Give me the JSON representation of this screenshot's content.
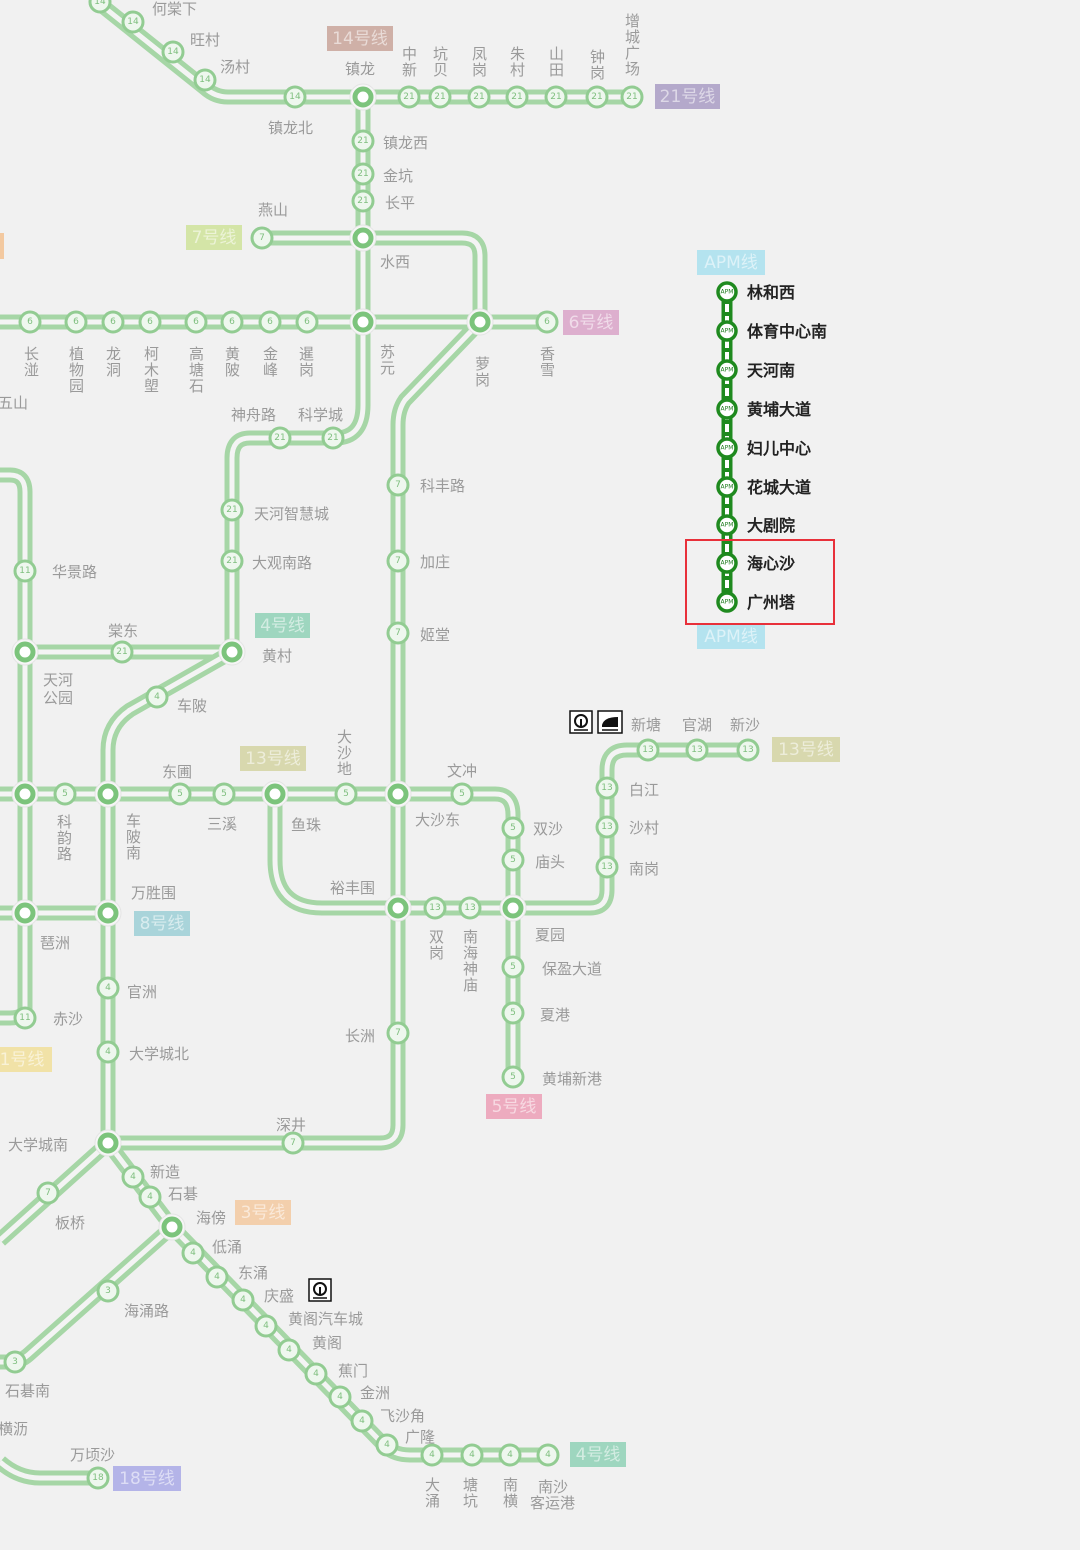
{
  "lines": {
    "l14": {
      "num": "14",
      "badge": "14号线",
      "color": "#c9a59a"
    },
    "l21": {
      "num": "21",
      "badge": "21号线",
      "color": "#a99cc4"
    },
    "l7": {
      "num": "7",
      "badge": "7号线",
      "color": "#cfe39a"
    },
    "l6": {
      "num": "6",
      "badge": "6号线",
      "color": "#d9a3c8"
    },
    "apm": {
      "num": "APM",
      "badge": "APM线",
      "color": "#a9e0ee"
    },
    "l4": {
      "num": "4",
      "badge": "4号线",
      "color": "#8fd1b6"
    },
    "l13": {
      "num": "13",
      "badge": "13号线",
      "color": "#d4d3a2"
    },
    "l8": {
      "num": "8",
      "badge": "8号线",
      "color": "#9ccfd6"
    },
    "l1": {
      "num": "1",
      "badge": "1号线",
      "color": "#f1df9a"
    },
    "l5": {
      "num": "5",
      "badge": "5号线",
      "color": "#ec9fb6"
    },
    "l3": {
      "num": "3",
      "badge": "3号线",
      "color": "#f3c9a0"
    },
    "l11": {
      "num": "11"
    },
    "l18": {
      "num": "18",
      "badge": "18号线",
      "color": "#a9a9e6"
    }
  },
  "highlight_color": "#e8303a",
  "apm_stations": [
    "林和西",
    "体育中心南",
    "天河南",
    "黄埔大道",
    "妇儿中心",
    "花城大道",
    "大剧院",
    "海心沙",
    "广州塔"
  ],
  "highlighted_stations": [
    "海心沙",
    "广州塔"
  ],
  "stations": {
    "hetangxia": "何棠下",
    "wangcun": "旺村",
    "tangcun": "汤村",
    "zhenlong": "镇龙",
    "zhenlongbei": "镇龙北",
    "zhenlongxi": "镇龙西",
    "jinkeng": "金坑",
    "changping": "长平",
    "yanshan": "燕山",
    "shuixi": "水西",
    "zhongxin": "中新",
    "kengbei": "坑贝",
    "fenggang": "凤岗",
    "zhucun": "朱村",
    "shantian": "山田",
    "zhonggang": "钟岗",
    "zengcheng": "增城广场",
    "changban": "长湴",
    "zhiwuyuan": "植物园",
    "longdong": "龙洞",
    "kemulang": "柯木塱",
    "gaotangshi": "高塘石",
    "huangbei": "黄陂",
    "jinfeng": "金峰",
    "xiangang": "暹岗",
    "suyuan": "苏元",
    "luogang": "萝岗",
    "xiangxue": "香雪",
    "wushan": "五山",
    "shenzhoulu": "神舟路",
    "kexuecheng": "科学城",
    "kefenglu": "科丰路",
    "zhihuicheng": "天河智慧城",
    "daguannanlu": "大观南路",
    "huajinglu": "华景路",
    "jiazhuang": "加庄",
    "tangdong": "棠东",
    "jitang": "姬堂",
    "huangcun": "黄村",
    "tianhegongyuan": "天河公园",
    "chebei": "车陂",
    "dashadi": "大沙地",
    "dongpu": "东圃",
    "wenchong": "文冲",
    "sanxi": "三溪",
    "yuzhu": "鱼珠",
    "dashadong": "大沙东",
    "keyunlu": "科韵路",
    "chebeinan": "车陂南",
    "shuangsha": "双沙",
    "miaotou": "庙头",
    "baijiang": "白江",
    "shacun": "沙村",
    "nangang": "南岗",
    "xintang": "新塘",
    "guanhu": "官湖",
    "xinsha": "新沙",
    "wanshengwei": "万胜围",
    "yufengwei": "裕丰围",
    "pazhou": "琶洲",
    "xiayuan": "夏园",
    "shuanggang": "双岗",
    "nanhaishenmiao": "南海神庙",
    "baoyingdadao": "保盈大道",
    "guanzhou": "官洲",
    "chisha": "赤沙",
    "xiagang": "夏港",
    "changzhou": "长洲",
    "daxuechengbei": "大学城北",
    "huangpuxingang": "黄埔新港",
    "shenjing": "深井",
    "daxuechengnan": "大学城南",
    "xinzao": "新造",
    "shiqi": "石碁",
    "banqiao": "板桥",
    "haibang": "海傍",
    "dichong": "低涌",
    "dongchong": "东涌",
    "qingsheng": "庆盛",
    "huangge_qcc": "黄阁汽车城",
    "haichonglu": "海涌路",
    "huangge": "黄阁",
    "jiaomen": "蕉门",
    "shiqinan": "石碁南",
    "jinzhou": "金洲",
    "feishajiao": "飞沙角",
    "guanglong": "广隆",
    "hengli": "横沥",
    "wanqingsha": "万顷沙",
    "dachong": "大涌",
    "tangkeng": "塘坑",
    "nanheng": "南横",
    "nansha1": "南沙",
    "nansha2": "客运港"
  }
}
